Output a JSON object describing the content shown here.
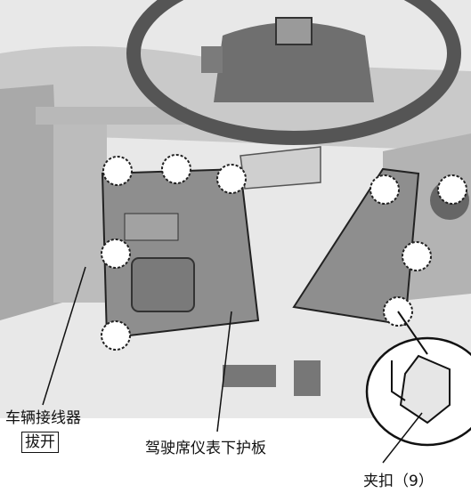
{
  "labels": {
    "connector": "车辆接线器",
    "connector_action": "拔开",
    "panel": "驾驶席仪表下护板",
    "clip": "夹扣（9）"
  },
  "colors": {
    "clip_marker": "#ffffff",
    "outline": "#111111",
    "panel_fill": "#8e8e8e",
    "background_dash": "#d9d9d9"
  },
  "icons": [
    "steering-wheel-icon",
    "clip-marker-icon",
    "clip-detail-icon"
  ]
}
